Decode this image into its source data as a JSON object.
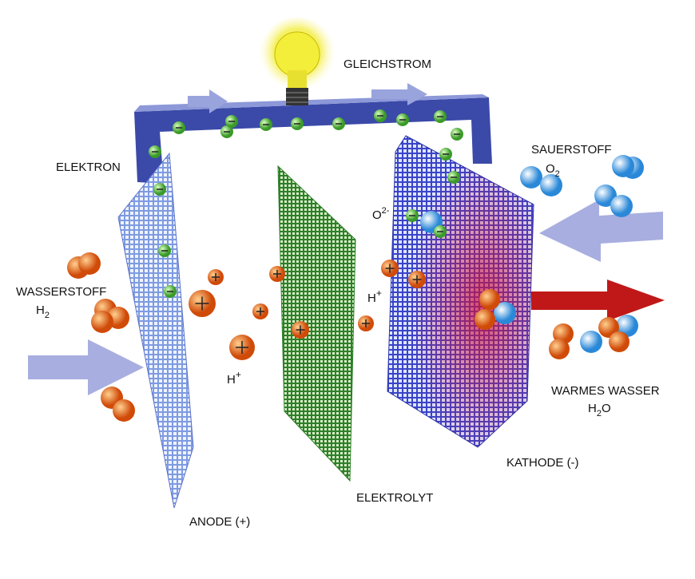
{
  "labels": {
    "gleichstrom": "GLEICHSTROM",
    "elektron": "ELEKTRON",
    "sauerstoff": "SAUERSTOFF",
    "o2": {
      "base": "O",
      "sub": "2"
    },
    "o2_ion": {
      "base": "O",
      "sup": "2-"
    },
    "wasserstoff": "WASSERSTOFF",
    "h2": {
      "base": "H",
      "sub": "2"
    },
    "h_plus_right": {
      "base": "H",
      "sup": "+"
    },
    "h_plus_left": {
      "base": "H",
      "sup": "+"
    },
    "warmes_wasser": "WARMES WASSER",
    "h2o": {
      "base": "H",
      "sub": "2",
      "tail": "O"
    },
    "kathode": "KATHODE (-)",
    "elektrolyt": "ELEKTROLYT",
    "anode": "ANODE (+)"
  },
  "colors": {
    "wire": "#3b4aa8",
    "anode": "#7f9be0",
    "electrolyte": "#3f9a3a",
    "cathode": "#4a5ad8",
    "electron": "#58c040",
    "proton": "#e8641a",
    "oxygen": "#4aa8e8",
    "arrow_in": "#a8aee0",
    "arrow_out": "#c01818"
  }
}
